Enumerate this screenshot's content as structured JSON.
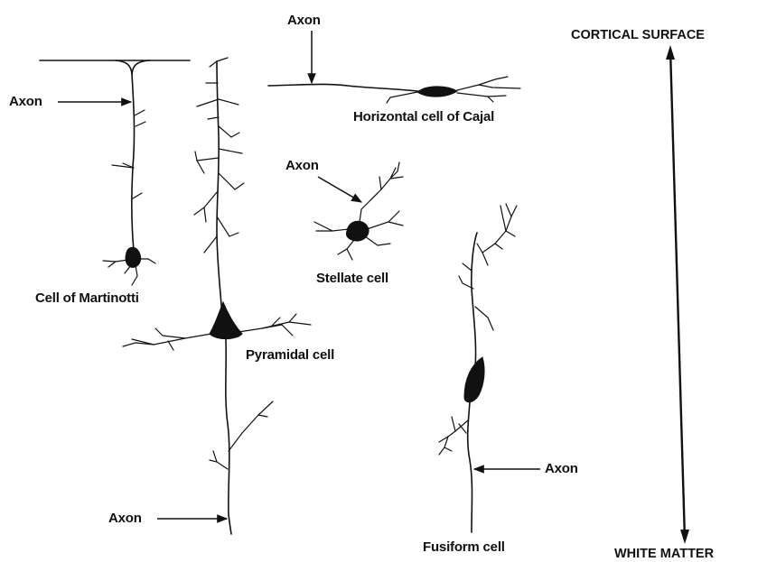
{
  "labels": {
    "martinotti_axon": "Axon",
    "cajal_axon": "Axon",
    "stellate_axon": "Axon",
    "pyramidal_axon": "Axon",
    "fusiform_axon": "Axon",
    "martinotti": "Cell of Martinotti",
    "cajal": "Horizontal cell of Cajal",
    "stellate": "Stellate cell",
    "pyramidal": "Pyramidal cell",
    "fusiform": "Fusiform cell",
    "cortical_surface": "CORTICAL SURFACE",
    "white_matter": "WHITE MATTER"
  },
  "colors": {
    "ink": "#111111",
    "paper": "#ffffff"
  }
}
